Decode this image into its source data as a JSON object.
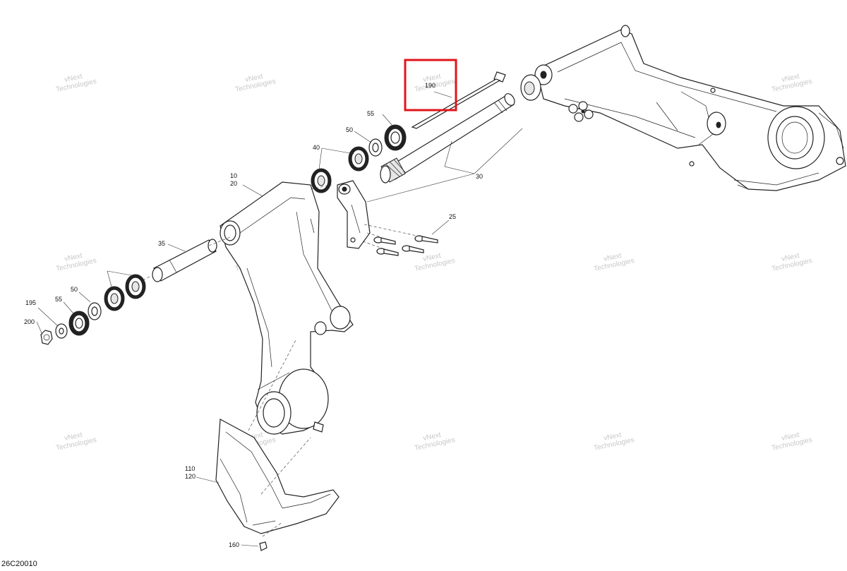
{
  "diagram_code": "26C20010",
  "watermark": {
    "line1": "vNext",
    "line2": "Technologies"
  },
  "highlight_color": "#e0161c",
  "callouts": {
    "c10": "10",
    "c20": "20",
    "c25": "25",
    "c30": "30",
    "c35": "35",
    "c40": "40",
    "c50a": "50",
    "c50b": "50",
    "c55a": "55",
    "c55b": "55",
    "c110": "110",
    "c120": "120",
    "c160": "160",
    "c190": "190",
    "c195": "195",
    "c200": "200"
  },
  "highlighted_callout": "190"
}
